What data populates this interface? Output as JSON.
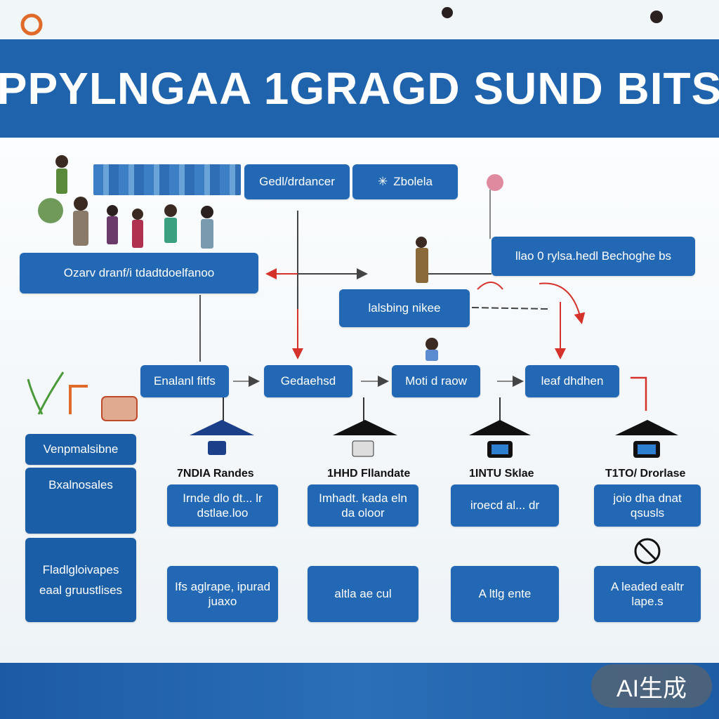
{
  "header": {
    "title": "PPYLNGAA 1GRAGD SUND BITS"
  },
  "top_row": {
    "box_a": "Gedl/drdancer",
    "box_b": "Zbolela"
  },
  "upper_boxes": {
    "left": "Ozarv dranf/i tdadtdoelfanoo",
    "right": "llao 0 rylsa.hedl Bechoghe bs",
    "center": "lalsbing nikee"
  },
  "mid_row": [
    "Enalanl fitfs",
    "Gedaehsd",
    "Moti d raow",
    "leaf dhdhen"
  ],
  "sidebar": {
    "item1": "Venpmalsibne",
    "item2": "Bxalnosales",
    "item3_line1": "Fladlgloivapes",
    "item3_line2": "eaal gruustlises"
  },
  "columns": [
    {
      "label": "7NDIA Randes",
      "desc": "Irnde dlo dt... lr dstlae.loo",
      "bottom": "Ifs aglrape, ipurad juaxo"
    },
    {
      "label": "1HHD Fllandate",
      "desc": "Imhadt. kada eln da oloor",
      "bottom": "altla ae cul"
    },
    {
      "label": "1INTU Sklae",
      "desc": "iroecd al... dr",
      "bottom": "A ltlg ente"
    },
    {
      "label": "T1TO/ Drorlase",
      "desc": "joio dha dnat qsusls",
      "bottom": "A leaded ealtr lape.s"
    }
  ],
  "badge": "AI生成",
  "colors": {
    "primary": "#2268b4",
    "banner": "#1f63ad",
    "arrow_red": "#d6322c",
    "arrow_dark": "#444444"
  }
}
